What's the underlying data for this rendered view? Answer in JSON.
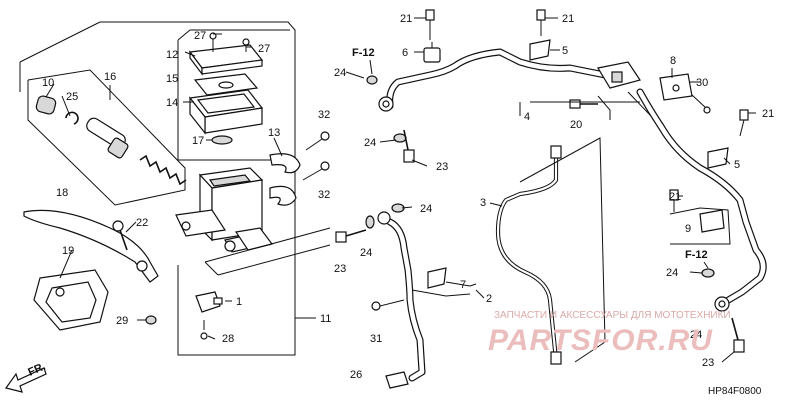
{
  "callouts": {
    "c27a": "27",
    "c27b": "27",
    "c12": "12",
    "c15": "15",
    "c14": "14",
    "c16": "16",
    "c10": "10",
    "c25": "25",
    "c17": "17",
    "c13": "13",
    "c32a": "32",
    "c32b": "32",
    "c18": "18",
    "c22": "22",
    "c19": "19",
    "c29": "29",
    "c1": "1",
    "c28": "28",
    "c11": "11",
    "c21a": "21",
    "c21b": "21",
    "c21c": "21",
    "c21d": "21",
    "c6": "6",
    "c5a": "5",
    "c5b": "5",
    "c24a": "24",
    "c24b": "24",
    "c24c": "24",
    "c24d": "24",
    "c24e": "24",
    "c24f": "24",
    "c23a": "23",
    "c23b": "23",
    "c23c": "23",
    "c4": "4",
    "c20": "20",
    "c8": "8",
    "c30": "30",
    "c3": "3",
    "c9": "9",
    "c7": "7",
    "c2": "2",
    "c31": "31",
    "c26": "26"
  },
  "refs": {
    "f12a": "F-12",
    "f12b": "F-12"
  },
  "front_arrow": "FR.",
  "diagram_code": "HP84F0800",
  "watermark": {
    "line1": "ЗАПЧАСТИ И АКСЕССУАРЫ ДЛЯ МОТОТЕХНИКИ",
    "line2": "PARTSFOR.RU"
  }
}
